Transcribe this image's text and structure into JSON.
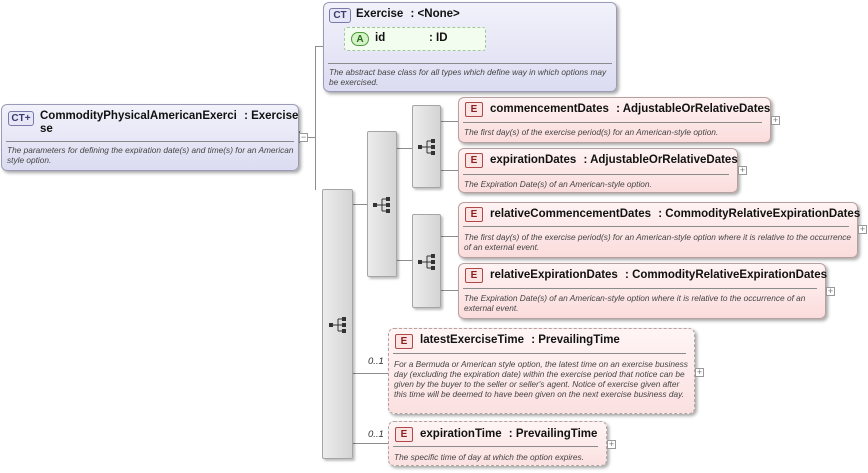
{
  "main_type": {
    "tag": "CT",
    "name": "CommodityPhysicalAmericanExerci",
    "name_wrap": "se",
    "type": ": Exercise",
    "doc": "The parameters for defining the expiration date(s) and time(s) for an American style option."
  },
  "base_type": {
    "tag": "CT",
    "name": "Exercise",
    "type": ": <None>",
    "doc": "The abstract base class for all types which define way in which options may be exercised.",
    "attribute": {
      "tag": "A",
      "name": "id",
      "type": ": ID"
    }
  },
  "elements": [
    {
      "tag": "E",
      "name": "commencementDates",
      "type": ": AdjustableOrRelativeDates",
      "doc": "The first day(s) of the exercise period(s) for an American-style option."
    },
    {
      "tag": "E",
      "name": "expirationDates",
      "type": ": AdjustableOrRelativeDates",
      "doc": "The Expiration Date(s) of an American-style option."
    },
    {
      "tag": "E",
      "name": "relativeCommencementDates",
      "type": ": CommodityRelativeExpirationDates",
      "doc": "The first day(s) of the exercise period(s) for an American-style option where it is relative to the occurrence of an external event."
    },
    {
      "tag": "E",
      "name": "relativeExpirationDates",
      "type": ": CommodityRelativeExpirationDates",
      "doc": "The Expiration Date(s) of an American-style option where it is relative to the occurrence of an external event."
    },
    {
      "tag": "E",
      "name": "latestExerciseTime",
      "type": ": PrevailingTime",
      "multiplicity": "0..1",
      "doc": "For a Bermuda or American style option, the latest time on an exercise business day (excluding the expiration date) within the exercise period that notice can be given by the buyer to the seller or seller's agent. Notice of exercise given after this time will be deemed to have been given on the next exercise business day."
    },
    {
      "tag": "E",
      "name": "expirationTime",
      "type": ": PrevailingTime",
      "multiplicity": "0..1",
      "doc": "The specific time of day at which the option expires."
    }
  ],
  "expander_symbol": "+",
  "colors": {
    "complex_type": "#dcdcf2",
    "element": "#fbdcdc",
    "attribute": "#e9fbe4"
  }
}
